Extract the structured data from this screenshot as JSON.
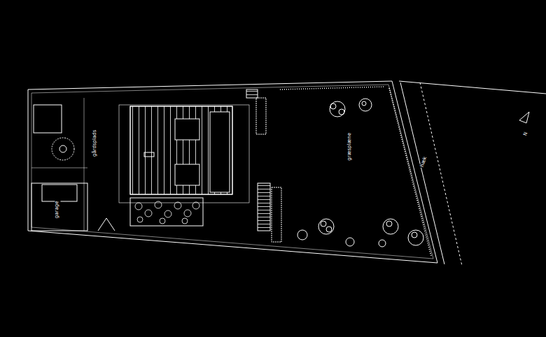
{
  "diagram": {
    "labels": [
      "garage",
      "gårdsplads",
      "græsplæne",
      "hæk",
      "N"
    ]
  }
}
